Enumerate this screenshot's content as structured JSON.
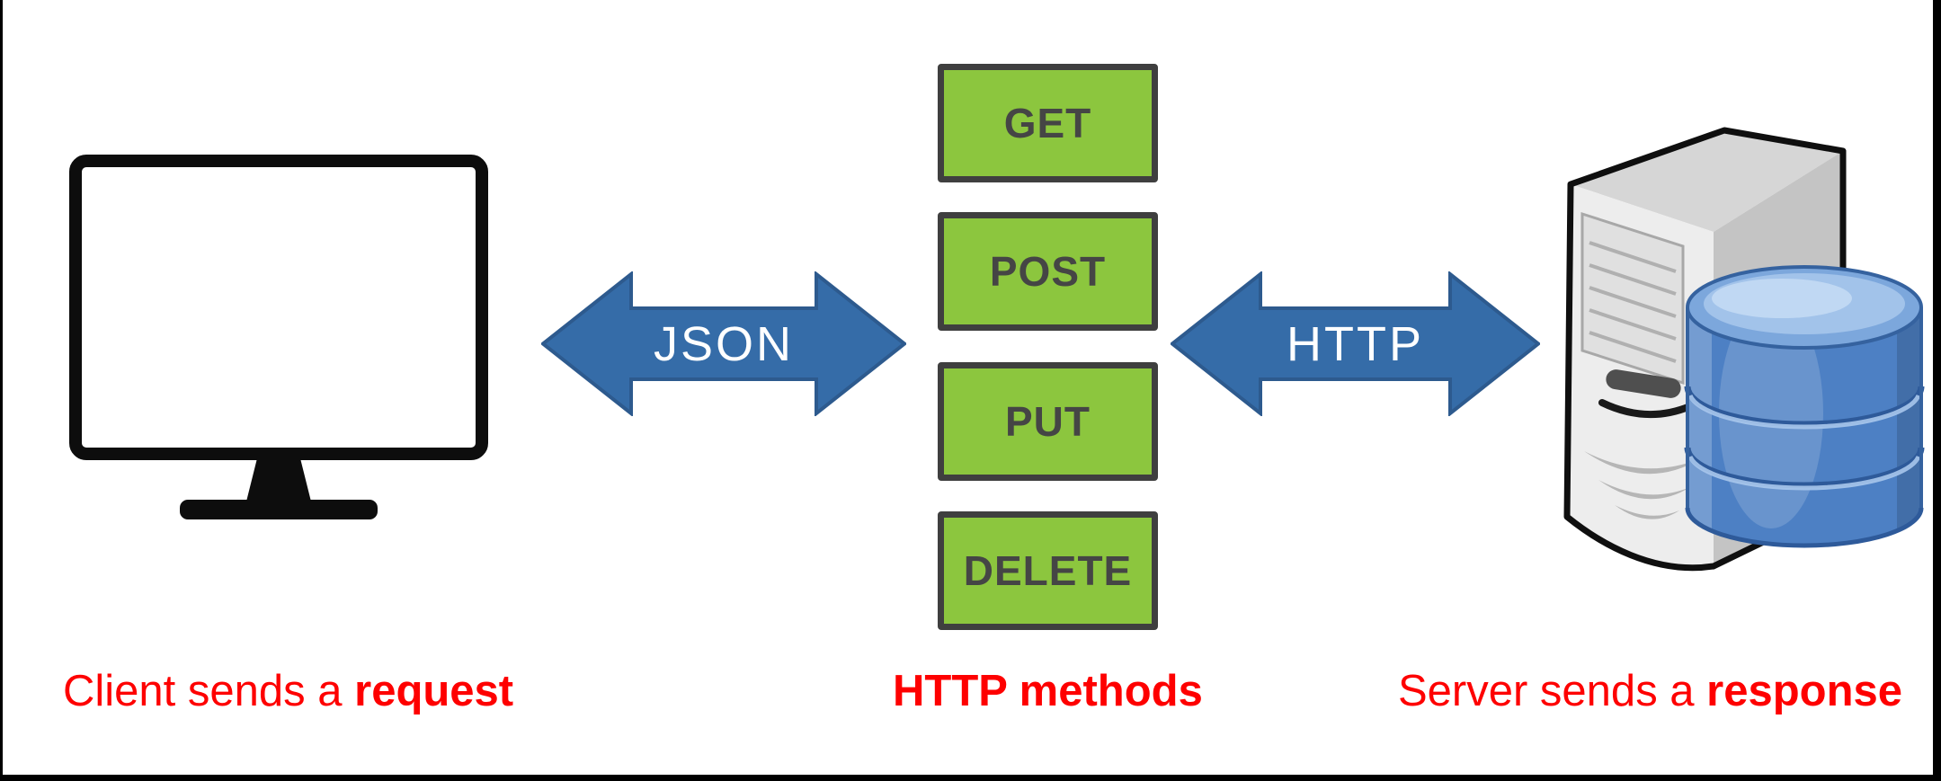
{
  "client": {
    "icon": "monitor-icon",
    "caption": {
      "regular": "Client sends a ",
      "bold": "request"
    }
  },
  "transport": {
    "left_arrow_label": "JSON",
    "right_arrow_label": "HTTP"
  },
  "methods": {
    "caption_bold": "HTTP methods",
    "items": [
      {
        "label": "GET"
      },
      {
        "label": "POST"
      },
      {
        "label": "PUT"
      },
      {
        "label": "DELETE"
      }
    ]
  },
  "server": {
    "icon": "server-database-icon",
    "caption": {
      "regular": "Server sends a ",
      "bold": "response"
    }
  },
  "colors": {
    "method_fill": "#8cc63e",
    "method_border": "#3f3f3f",
    "method_text": "#454545",
    "arrow_fill": "#356ca8",
    "arrow_border": "#2d5a8e",
    "arrow_text": "#ffffff",
    "caption_red": "#fe0000",
    "monitor_black": "#0d0d0d",
    "database_blue": "#4d80c4",
    "tower_gray": "#ededed"
  }
}
